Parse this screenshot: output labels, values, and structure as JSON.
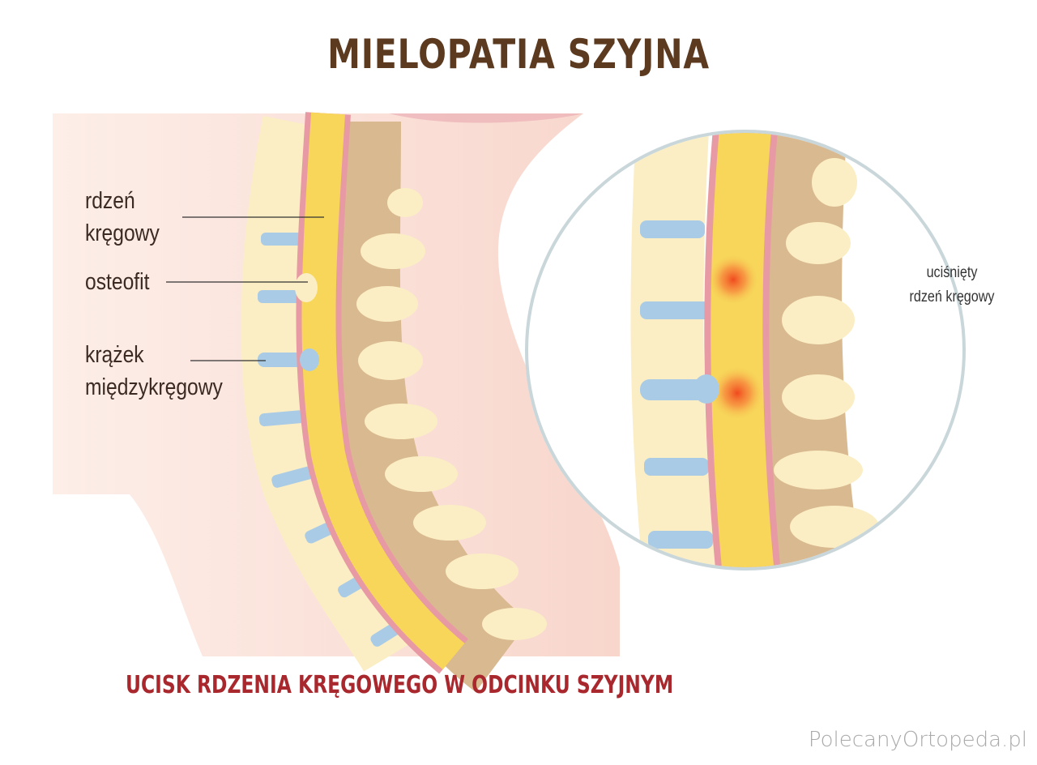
{
  "title": "MIELOPATIA SZYJNA",
  "labels": {
    "spinal_cord": [
      "rdzeń",
      "kręgowy"
    ],
    "osteophyte": "osteofit",
    "disc": [
      "krążek",
      "międzykręgowy"
    ],
    "compressed_cord": [
      "uciśnięty",
      "rdzeń kręgowy"
    ]
  },
  "caption": "UCISK RDZENIA KRĘGOWEGO W ODCINKU SZYJNYM",
  "watermark": "PolecanyOrtopeda.pl",
  "colors": {
    "title": "#5b3a1f",
    "caption": "#a8282e",
    "spinal_cord": "#f7d65a",
    "vertebra": "#fbeec4",
    "disc": "#a9cbe6",
    "bone_back": "#d9b98f",
    "compression": "#f05a28",
    "skin": "#fbe3dc"
  }
}
